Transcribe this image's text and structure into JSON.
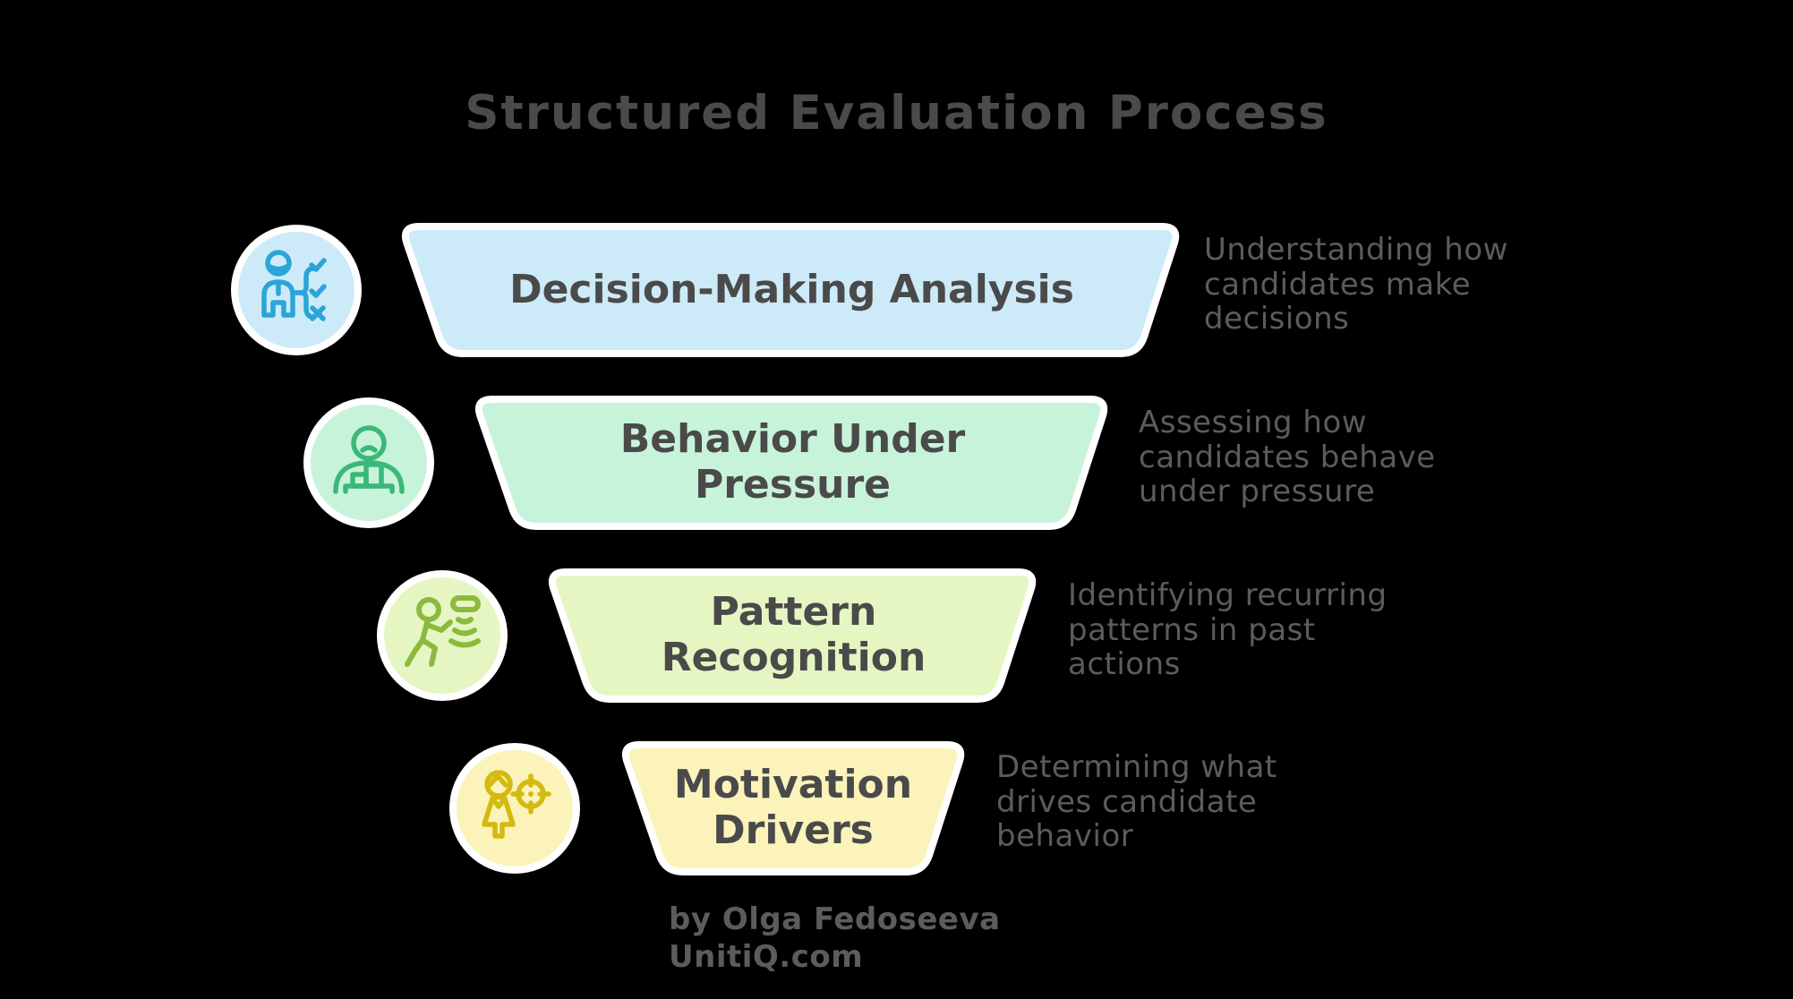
{
  "title": "Structured Evaluation Process",
  "funnel": {
    "stages": [
      {
        "label": "Decision-Making Analysis",
        "lines": [
          "Understanding how",
          "candidates make",
          "decisions"
        ],
        "fill": "#cdeaf8",
        "icon_color": "#2ba5d7",
        "icon": "person-decision-tree-icon"
      },
      {
        "label": "Behavior Under Pressure",
        "lines": [
          "Assessing how",
          "candidates behave",
          "under pressure"
        ],
        "fill": "#c8f3db",
        "icon_color": "#3bb878",
        "icon": "stressed-person-chart-icon"
      },
      {
        "label": "Pattern Recognition",
        "lines": [
          "Identifying recurring",
          "patterns in past",
          "actions"
        ],
        "fill": "#e5f6c2",
        "icon_color": "#8cba3e",
        "icon": "moving-person-signal-icon"
      },
      {
        "label": "Motivation Drivers",
        "lines": [
          "Determining what",
          "drives candidate",
          "behavior"
        ],
        "fill": "#fbf3ba",
        "icon_color": "#d4ba10",
        "icon": "person-target-icon"
      }
    ]
  },
  "footer": {
    "byline": "by Olga Fedoseeva",
    "site": "UnitiQ.com"
  },
  "colors": {
    "background": "#000000",
    "title_text": "#4a4a4a",
    "label_text": "#4a4a4a",
    "description_text": "#5c5c5c",
    "footer_text": "#5c5c5c",
    "outline": "#ffffff"
  }
}
